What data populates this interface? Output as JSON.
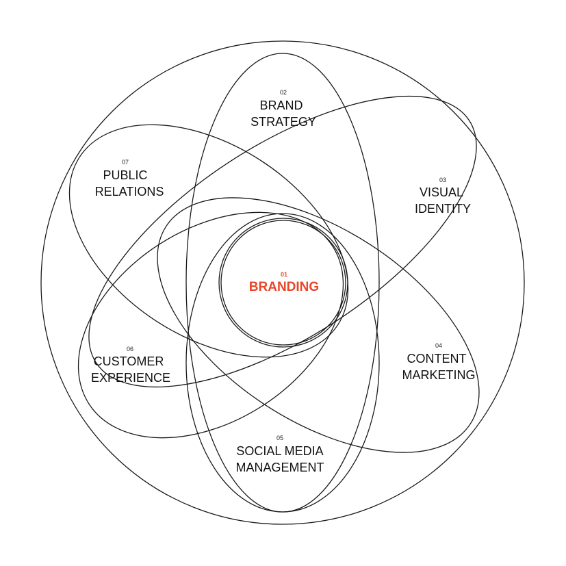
{
  "accent_color": "#e8472a",
  "line_color": "#1a1a1a",
  "center": {
    "number": "01",
    "label": "BRANDING"
  },
  "petals": [
    {
      "number": "02",
      "line1": "BRAND",
      "line2": "STRATEGY"
    },
    {
      "number": "03",
      "line1": "VISUAL",
      "line2": "IDENTITY"
    },
    {
      "number": "04",
      "line1": "CONTENT",
      "line2": "MARKETING"
    },
    {
      "number": "05",
      "line1": "SOCIAL MEDIA",
      "line2": "MANAGEMENT"
    },
    {
      "number": "06",
      "line1": "CUSTOMER",
      "line2": "EXPERIENCE"
    },
    {
      "number": "07",
      "line1": "PUBLIC",
      "line2": "RELATIONS"
    }
  ]
}
